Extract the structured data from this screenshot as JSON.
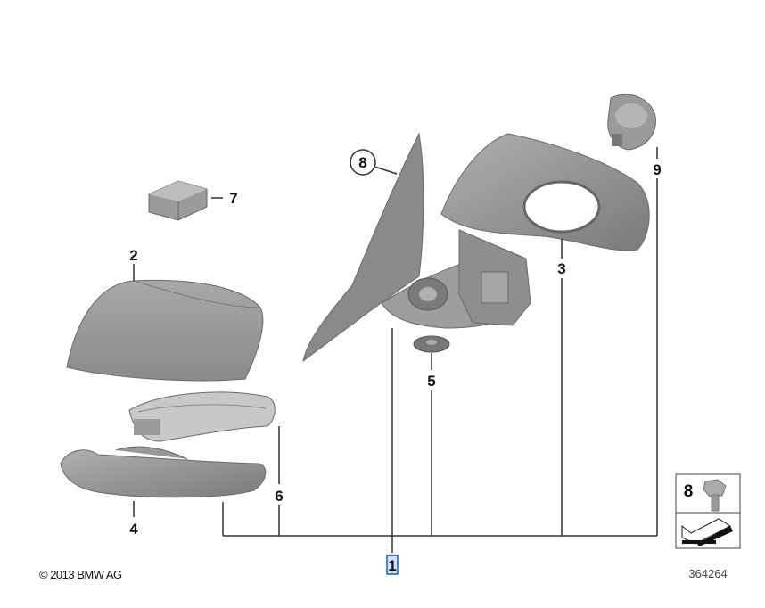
{
  "diagram": {
    "callouts": {
      "p1": "1",
      "p2": "2",
      "p3": "3",
      "p4": "4",
      "p5": "5",
      "p6": "6",
      "p7": "7",
      "p8": "8",
      "p9": "9"
    },
    "legend": {
      "part_number": "8"
    },
    "copyright": "© 2013 BMW AG",
    "diagram_id": "364264",
    "highlight_color": "#1a5fd6"
  }
}
